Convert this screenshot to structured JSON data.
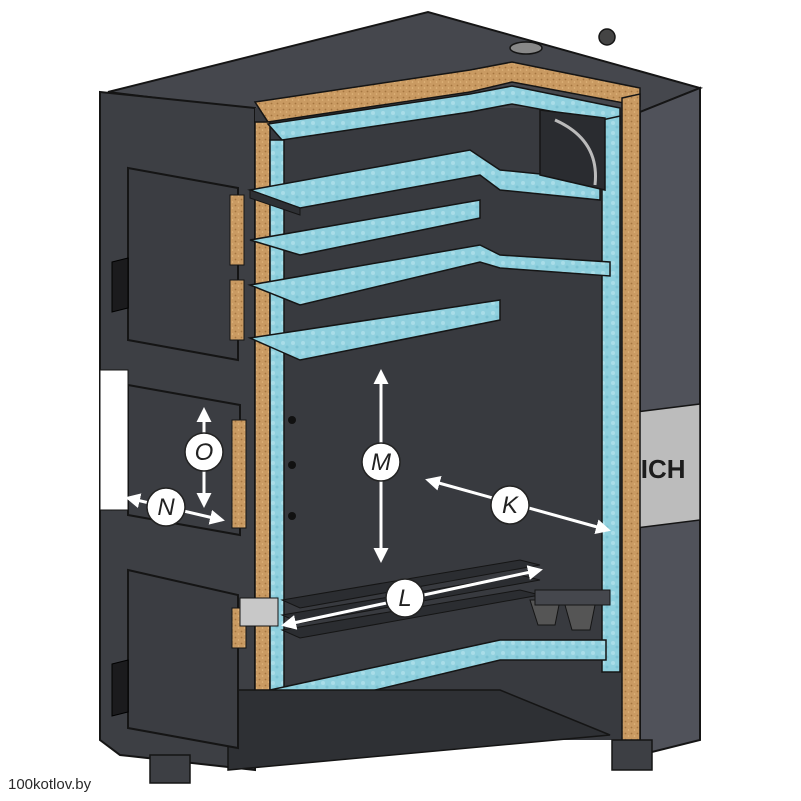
{
  "diagram": {
    "dimension_labels": {
      "K": "K",
      "L": "L",
      "M": "M",
      "N": "N",
      "O": "O"
    },
    "brand_fragment": "DICH"
  },
  "watermark": "100kotlov.by",
  "colors": {
    "casing": "#3d3f44",
    "casing_dark": "#2e3034",
    "panel_side": "#50525a",
    "insulation": "#c99a62",
    "water_jacket": "#8fd0de",
    "outline": "#151515",
    "inner": "#383a3f",
    "badge_plate": "#bcbcbc"
  }
}
